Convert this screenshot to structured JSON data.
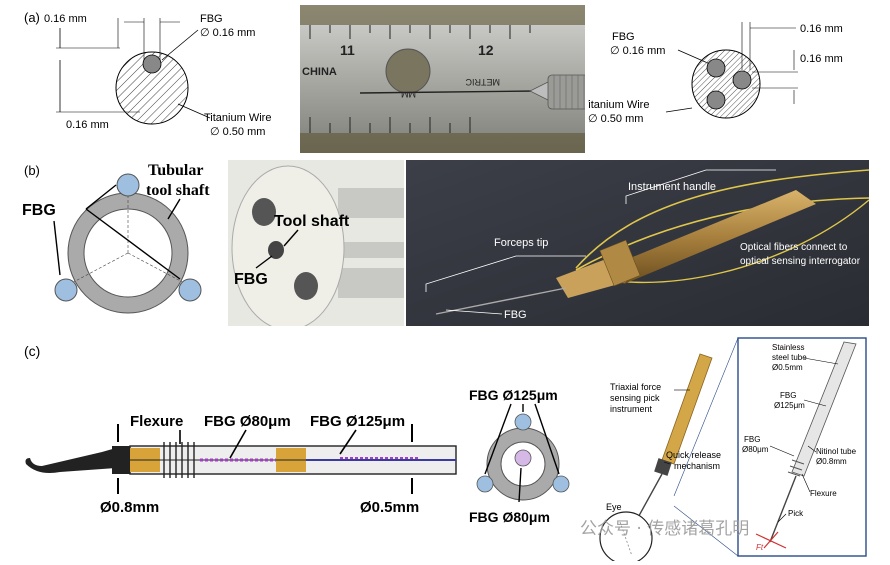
{
  "panel_a": {
    "label": "(a)",
    "left": {
      "dim_top": "0.16 mm",
      "dim_bottom": "0.16 mm",
      "fbg_label": "FBG",
      "fbg_dia": "∅ 0.16 mm",
      "wire_label": "Titanium Wire",
      "wire_dia": "∅ 0.50 mm"
    },
    "photo": {
      "ruler_num_11": "11",
      "ruler_num_12": "12",
      "ruler_china": "CHINA",
      "ruler_metric": "METRIC",
      "ruler_mm": "MM"
    },
    "right": {
      "fbg_label": "FBG",
      "fbg_dia": "∅ 0.16 mm",
      "dim_top": "0.16 mm",
      "dim_mid": "0.16 mm",
      "wire_label": "Titanium Wire",
      "wire_dia": "∅ 0.50 mm"
    }
  },
  "panel_b": {
    "label": "(b)",
    "left": {
      "tubular_1": "Tubular",
      "tubular_2": "tool shaft",
      "fbg_label": "FBG"
    },
    "mid": {
      "tool_shaft": "Tool shaft",
      "fbg_label": "FBG"
    },
    "photo": {
      "instrument_handle": "Instrument handle",
      "forceps_tip": "Forceps tip",
      "optical_1": "Optical fibers connect to",
      "optical_2": "optical sensing interrogator",
      "fbg_label": "FBG"
    }
  },
  "panel_c": {
    "label": "(c)",
    "left": {
      "flexure": "Flexure",
      "fbg_80": "FBG Ø80μm",
      "fbg_125": "FBG Ø125μm",
      "dia_08": "Ø0.8mm",
      "dia_05": "Ø0.5mm"
    },
    "mid": {
      "fbg_125": "FBG Ø125μm",
      "fbg_80": "FBG Ø80μm"
    },
    "right": {
      "triaxial_1": "Triaxial force",
      "triaxial_2": "sensing pick",
      "triaxial_3": "instrument",
      "quick_1": "Quick release",
      "quick_2": "mechanism",
      "eye": "Eye",
      "stainless_1": "Stainless",
      "stainless_2": "steel tube",
      "stainless_3": "Ø0.5mm",
      "fbg125_1": "FBG",
      "fbg125_2": "Ø125μm",
      "fbg80_1": "FBG",
      "fbg80_2": "Ø80μm",
      "nitinol_1": "Nitinol tube",
      "nitinol_2": "Ø0.8mm",
      "flexure": "Flexure",
      "pick": "Pick",
      "ft": "Ft"
    },
    "watermark": "公众号 · 传感诸葛孔明"
  }
}
